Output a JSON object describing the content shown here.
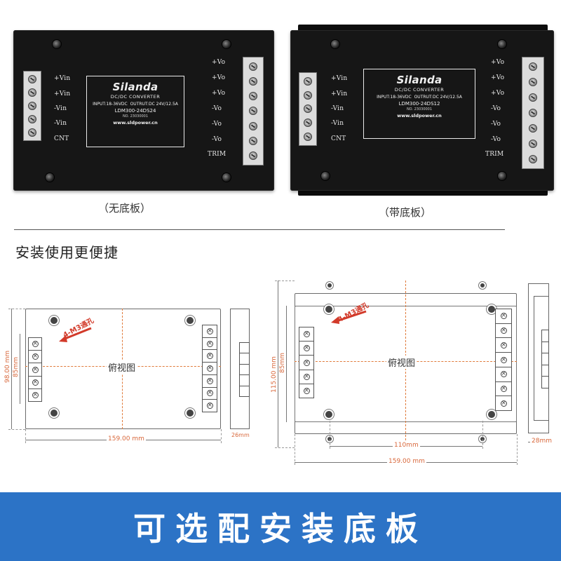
{
  "product_a": {
    "caption": "（无底板）",
    "brand": "Silanda",
    "subtitle": "DC/DC CONVERTER",
    "input_spec": "INPUT:18-36VDC",
    "output_spec": "OUTRUT:DC 24V/12.5A",
    "model": "LDM300-24DS24",
    "serial": "NO. 23030001",
    "url": "www.sldpower.cn",
    "left_pins": [
      "+Vin",
      "+Vin",
      "-Vin",
      "-Vin",
      "CNT"
    ],
    "right_pins": [
      "+Vo",
      "+Vo",
      "+Vo",
      "-Vo",
      "-Vo",
      "-Vo",
      "TRIM"
    ]
  },
  "product_b": {
    "caption": "（带底板）",
    "brand": "Silanda",
    "subtitle": "DC/DC CONVERTER",
    "input_spec": "INPUT:18-36VDC",
    "output_spec": "OUTRUT:DC 24V/12.5A",
    "model": "LDM300-24DS12",
    "serial": "NO. 23030001",
    "url": "www.sldpower.cn",
    "left_pins": [
      "+Vin",
      "+Vin",
      "-Vin",
      "-Vin",
      "CNT"
    ],
    "right_pins": [
      "+Vo",
      "+Vo",
      "+Vo",
      "-Vo",
      "-Vo",
      "-Vo",
      "TRIM"
    ]
  },
  "section": {
    "title": "安装使用更便捷"
  },
  "drawing_a": {
    "view_label": "俯视图",
    "hole_note": "4-M3通孔",
    "width_dim": "159.00 mm",
    "height_dim": "98.00 mm",
    "inner_height_dim": "85mm",
    "side_dim": "26mm"
  },
  "drawing_b": {
    "view_label": "俯视图",
    "hole_note": "4-M3通孔",
    "width_dim": "159.00 mm",
    "hole_spacing_dim": "110mm",
    "height_dim": "115.00 mm",
    "inner_height_dim": "85mm",
    "side_dim": "28mm"
  },
  "banner": {
    "text": "可选配安装底板",
    "color": "#2c73c6"
  },
  "colors": {
    "board": "#161616",
    "dimension": "#d8673a",
    "note": "#d23a2a"
  }
}
